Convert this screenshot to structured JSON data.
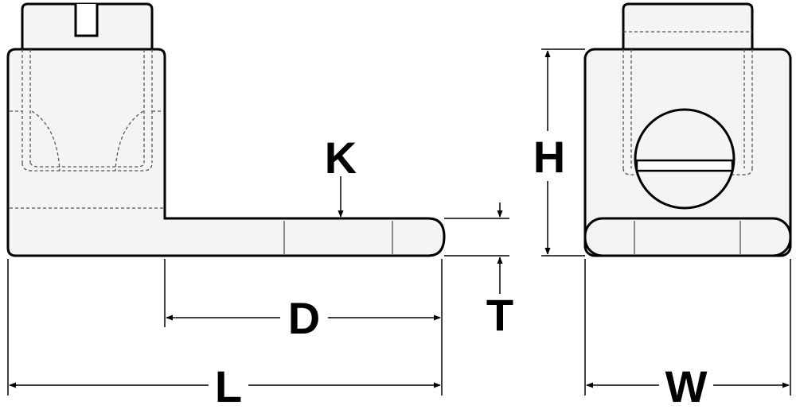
{
  "colors": {
    "body_fill": "#f4f4f4",
    "line": "#000000",
    "hidden_line": "#555555",
    "background": "#ffffff"
  },
  "labels": {
    "K": "K",
    "H": "H",
    "D": "D",
    "T": "T",
    "L": "L",
    "W": "W"
  }
}
